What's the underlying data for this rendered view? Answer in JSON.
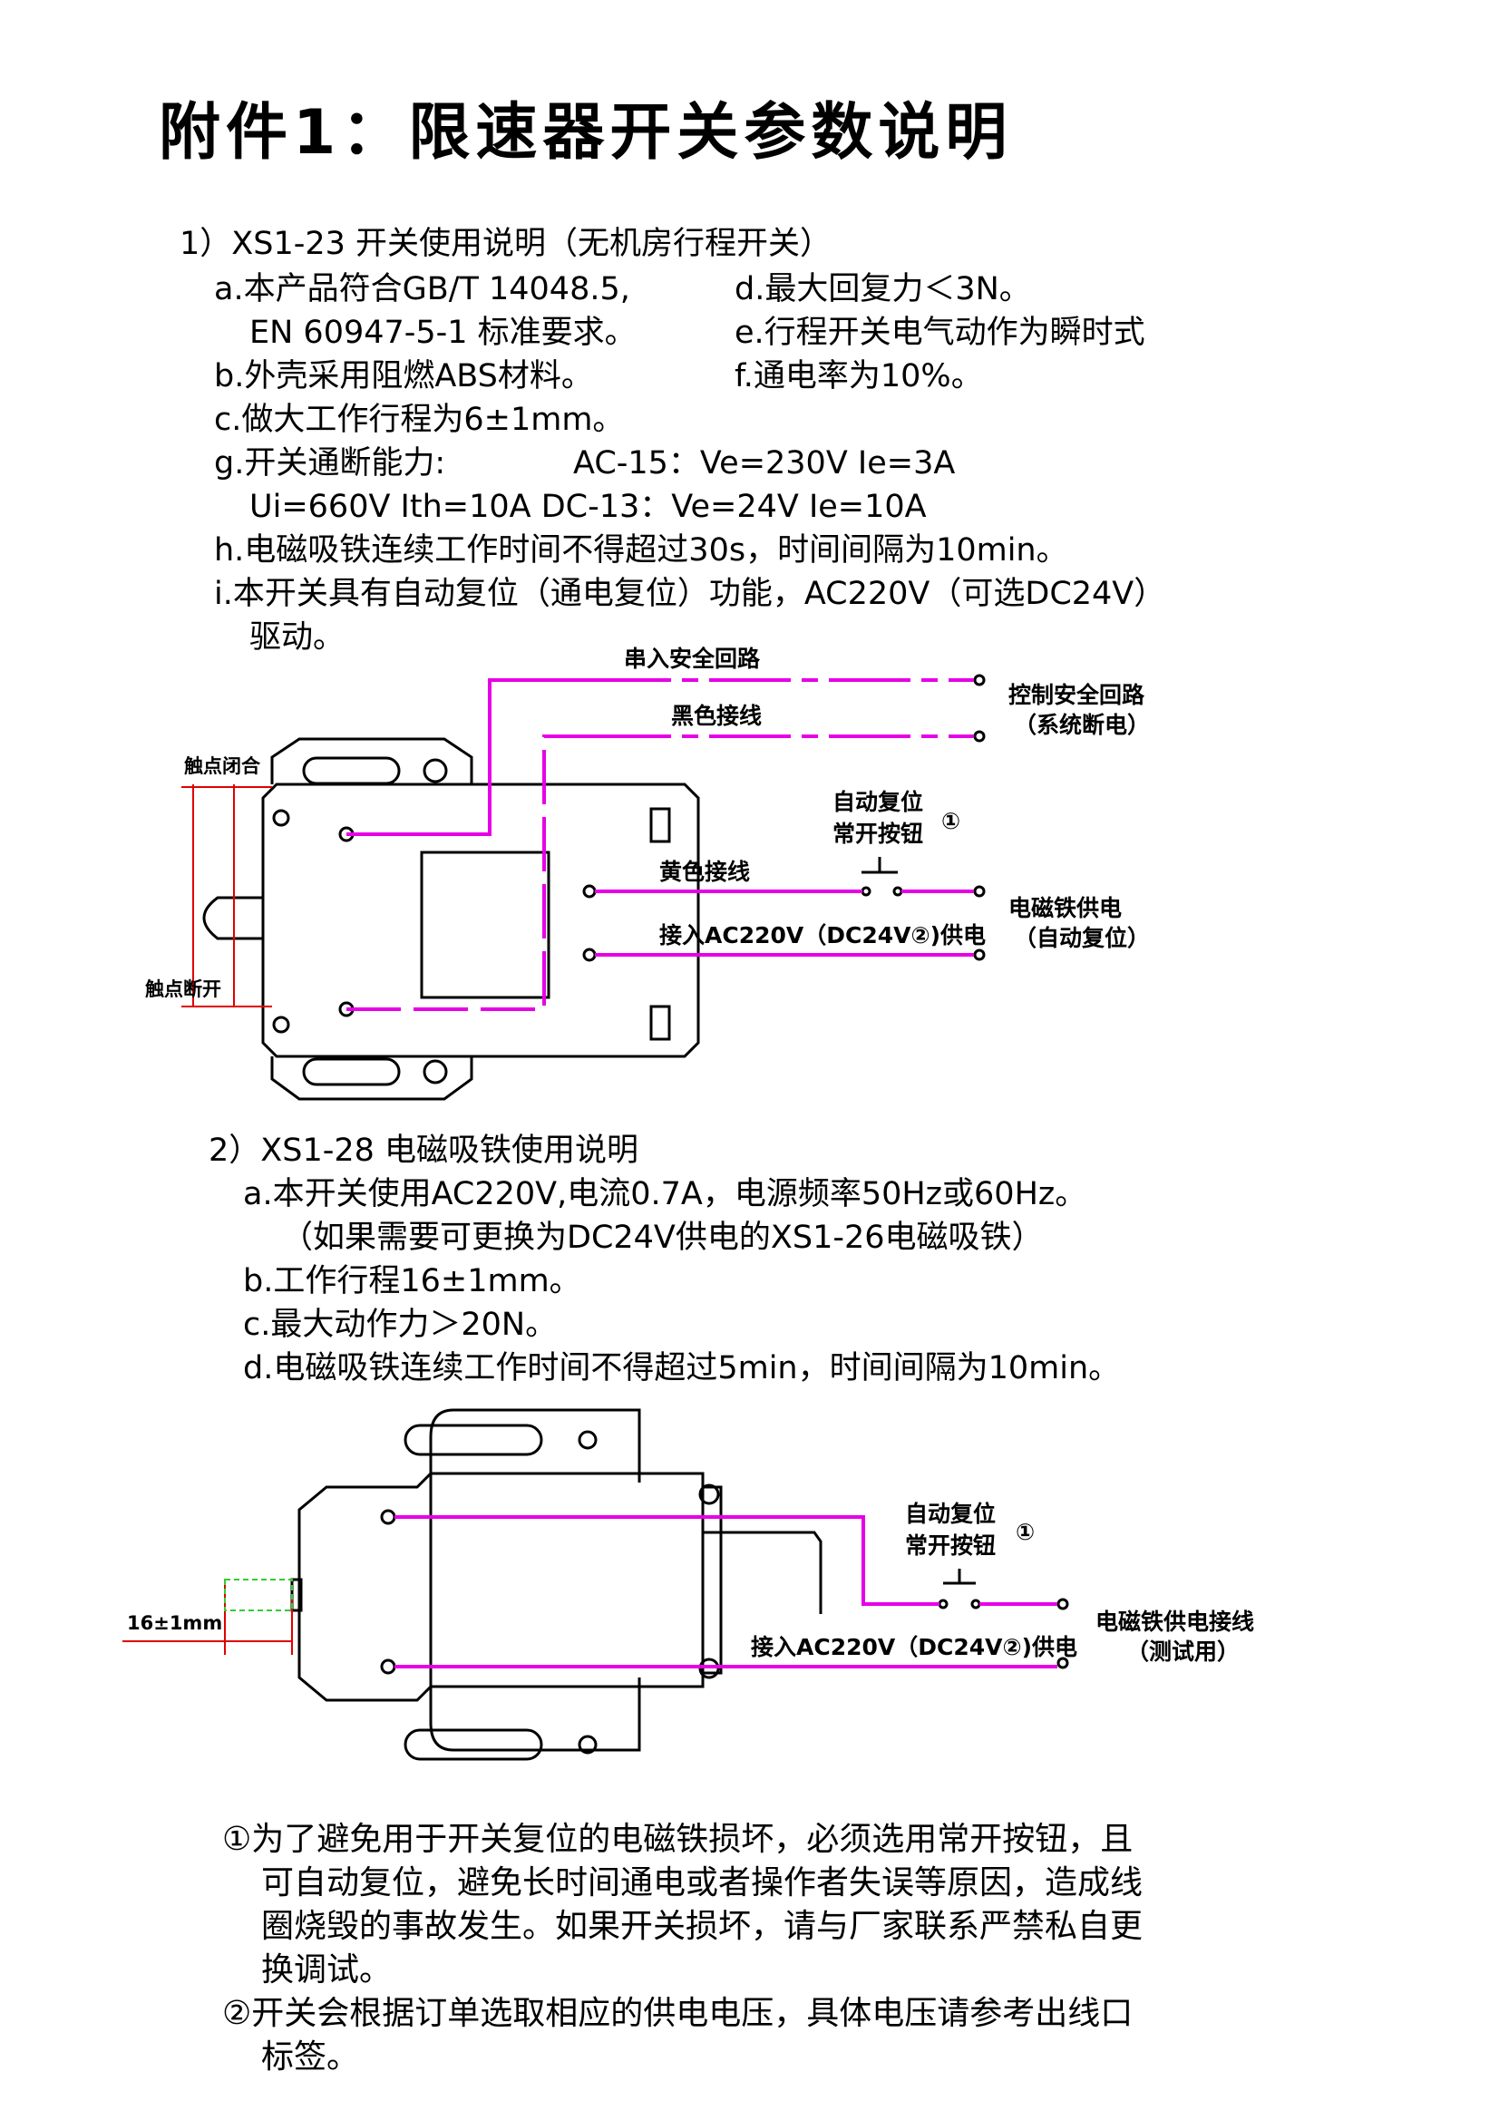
{
  "title": "附件1：限速器开关参数说明",
  "s1": {
    "heading": "1）XS1-23 开关使用说明（无机房行程开关）",
    "a1": "a.本产品符合GB/T 14048.5,",
    "a2": "EN 60947-5-1 标准要求。",
    "b": "b.外壳采用阻燃ABS材料。",
    "c": "c.做大工作行程为6±1mm。",
    "d": "d.最大回复力＜3N。",
    "e": "e.行程开关电气动作为瞬时式",
    "f": "f.通电率为10%。",
    "g1": "g.开关通断能力:",
    "g1b": "AC-15：Ve=230V   Ie=3A",
    "g2": "Ui=660V   Ith=10A  DC-13：Ve=24V   Ie=10A",
    "h": "h.电磁吸铁连续工作时间不得超过30s，时间间隔为10min。",
    "i1": "i.本开关具有自动复位（通电复位）功能，AC220V（可选DC24V）",
    "i2": "驱动。"
  },
  "d1": {
    "series_label": "串入安全回路",
    "black_label": "黑色接线",
    "ctrl_label": "控制安全回路",
    "ctrl_sub": "（系统断电）",
    "contact_close": "触点闭合",
    "contact_open": "触点断开",
    "auto_reset": "自动复位",
    "no_button": "常开按钮",
    "circle1": "①",
    "yellow_label": "黄色接线",
    "supply_label": "接入AC220V（DC24V②)供电",
    "magnet_label": "电磁铁供电",
    "magnet_sub": "（自动复位）"
  },
  "s2": {
    "heading": "2）XS1-28 电磁吸铁使用说明",
    "a1": "a.本开关使用AC220V,电流0.7A，电源频率50Hz或60Hz。",
    "a2": "（如果需要可更换为DC24V供电的XS1-26电磁吸铁）",
    "b": "b.工作行程16±1mm。",
    "c": "c.最大动作力＞20N。",
    "d": "d.电磁吸铁连续工作时间不得超过5min，时间间隔为10min。"
  },
  "d2": {
    "stroke_label": "16±1mm",
    "auto_reset": "自动复位",
    "no_button": "常开按钮",
    "circle1": "①",
    "supply_label": "接入AC220V（DC24V②)供电",
    "magnet_label": "电磁铁供电接线",
    "magnet_sub": "（测试用）"
  },
  "notes": {
    "n1_l1": "①为了避免用于开关复位的电磁铁损坏，必须选用常开按钮，且",
    "n1_l2": "可自动复位，避免长时间通电或者操作者失误等原因，造成线",
    "n1_l3": "圈烧毁的事故发生。如果开关损坏，请与厂家联系严禁私自更",
    "n1_l4": "换调试。",
    "n2_l1": "②开关会根据订单选取相应的供电电压，具体电压请参考出线口",
    "n2_l2": "标签。"
  },
  "colors": {
    "wire": "#e600e6",
    "dimension": "#e00000",
    "outline": "#000000"
  }
}
